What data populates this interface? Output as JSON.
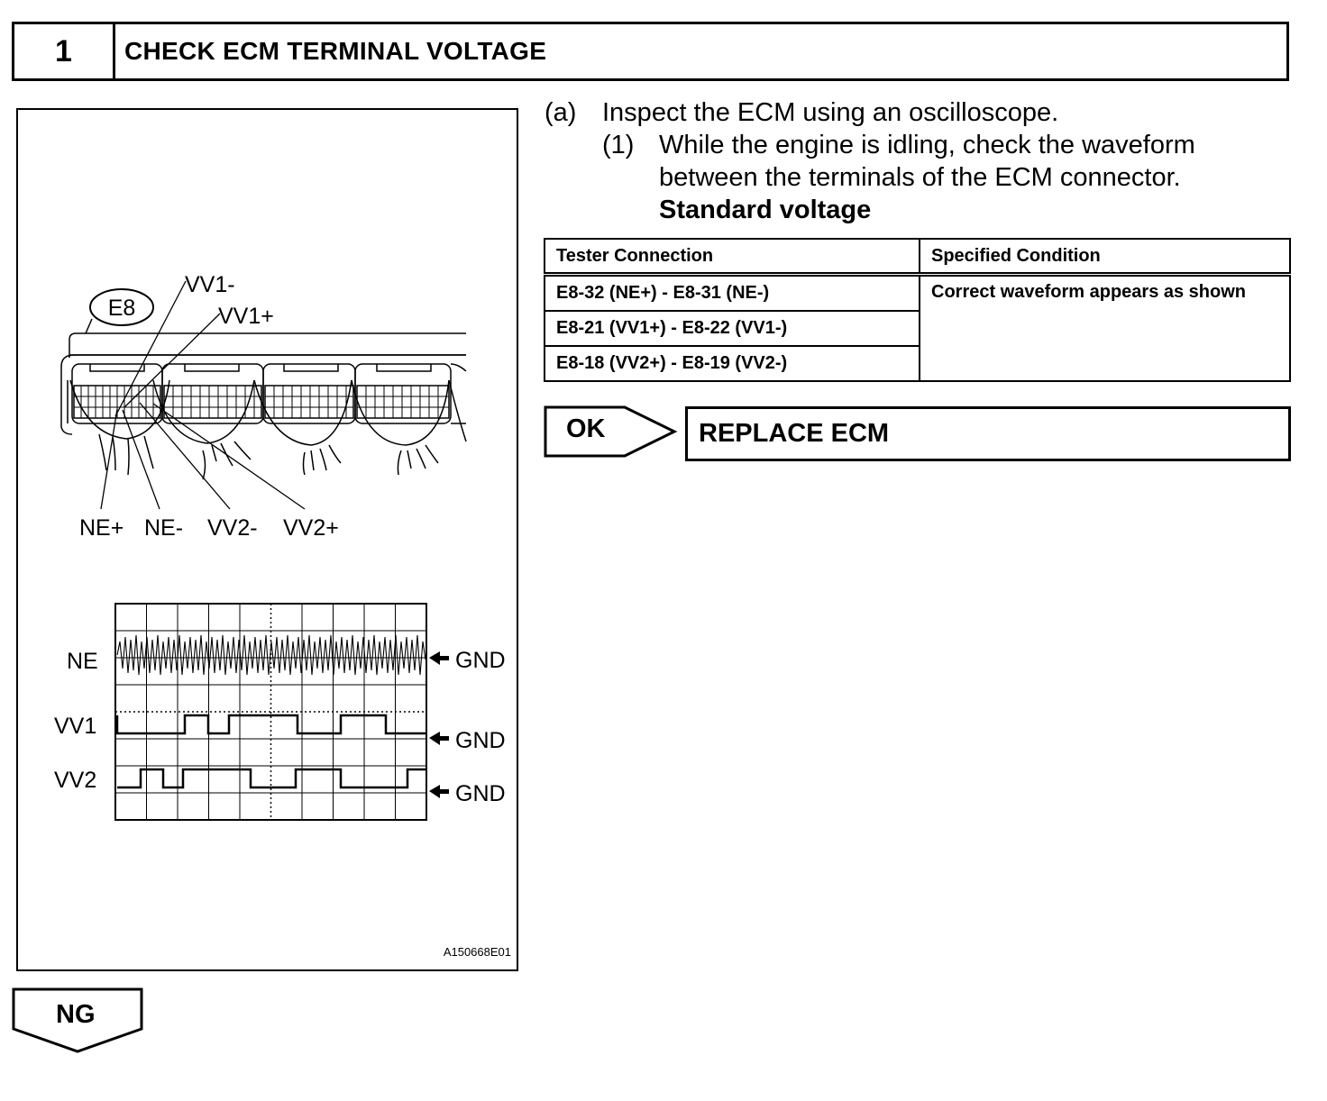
{
  "header": {
    "step_number": "1",
    "title": "CHECK ECM TERMINAL VOLTAGE"
  },
  "figure": {
    "connector_id": "E8",
    "pin_labels": {
      "vv1_minus": "VV1-",
      "vv1_plus": "VV1+",
      "ne_plus": "NE+",
      "ne_minus": "NE-",
      "vv2_minus": "VV2-",
      "vv2_plus": "VV2+"
    },
    "waveform": {
      "channels": [
        "NE",
        "VV1",
        "VV2"
      ],
      "ground_label": "GND"
    },
    "figure_id": "A150668E01"
  },
  "instructions": {
    "a_marker": "(a)",
    "a_text": "Inspect the ECM using an oscilloscope.",
    "step1_marker": "(1)",
    "step1_line1": "While the engine is idling, check the waveform",
    "step1_line2": "between the terminals of the ECM connector.",
    "standard_label": "Standard voltage"
  },
  "table": {
    "headers": [
      "Tester Connection",
      "Specified Condition"
    ],
    "rows": [
      "E8-32 (NE+) - E8-31 (NE-)",
      "E8-21 (VV1+) - E8-22 (VV1-)",
      "E8-18 (VV2+) - E8-19 (VV2-)"
    ],
    "condition": "Correct waveform appears as shown"
  },
  "results": {
    "ok_label": "OK",
    "ok_action": "REPLACE ECM",
    "ng_label": "NG"
  }
}
